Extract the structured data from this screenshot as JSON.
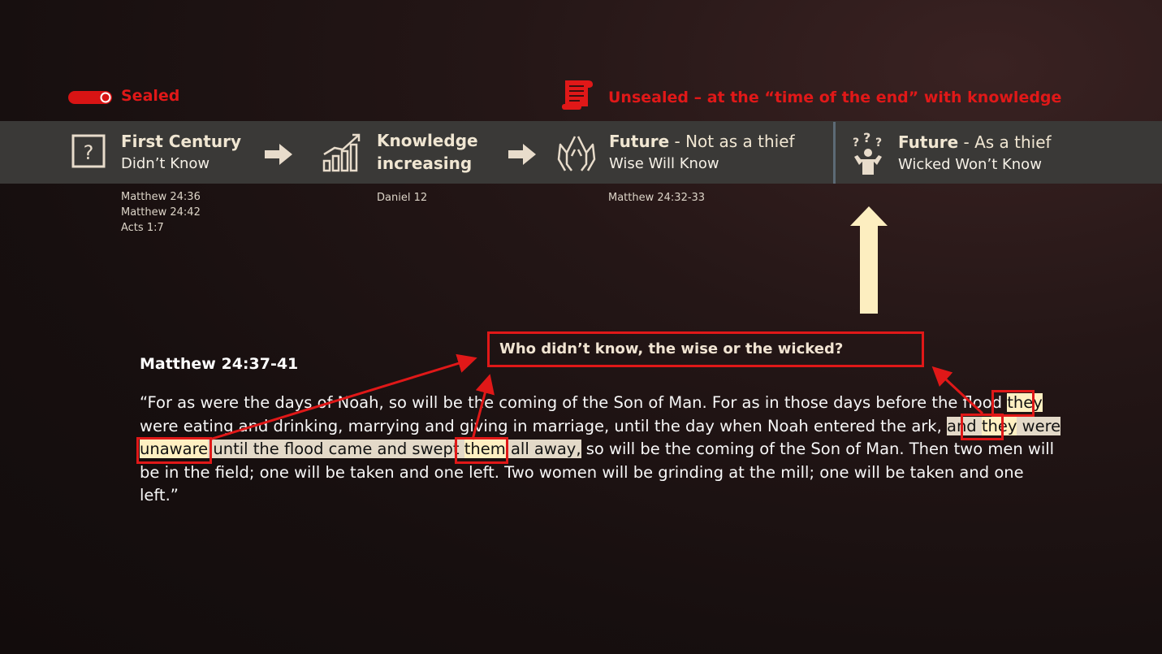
{
  "legend": {
    "sealed": "Sealed",
    "unsealed": "Unsealed – at the “time of the end” with knowledge",
    "sealed_icon": "toggle-icon",
    "unsealed_icon": "scroll-icon",
    "color": "#e01818"
  },
  "steps": [
    {
      "icon": "question-box-icon",
      "title_bold": "First Century",
      "title_rest": "",
      "sub": "Didn’t Know",
      "refs": [
        "Matthew 24:36",
        "Matthew 24:42",
        "Acts 1:7"
      ]
    },
    {
      "icon": "chart-rising-icon",
      "title_bold": "Knowledge",
      "title_rest": "",
      "sub": "increasing",
      "refs": [
        "Daniel 12"
      ]
    },
    {
      "icon": "praying-hands-icon",
      "title_bold": "Future",
      "title_rest": " - Not as a thief",
      "sub": "Wise Will Know",
      "refs": [
        "Matthew 24:32-33"
      ]
    },
    {
      "icon": "confused-person-icon",
      "title_bold": "Future",
      "title_rest": " - As a thief",
      "sub": "Wicked Won’t Know",
      "refs": []
    }
  ],
  "question": "Who didn’t know, the wise or the wicked?",
  "passage": {
    "reference": "Matthew 24:37-41",
    "line1_a": "“For as were the days of Noah, so will be the coming of the Son of Man. For as in those days before the flood ",
    "line1_they": "they",
    "line2_a": "were eating and drinking, marrying and giving in marriage, until the day when Noah entered the ark, ",
    "line2_and": "and ",
    "line2_they": "they",
    "line2_were": " were ",
    "line3_unaware": "unaware",
    "line3_until": " until the flood came and swept ",
    "line3_them": "them",
    "line3_allaway": " all away,",
    "line3_rest": " so will be the coming of the Son of Man. Then two men will",
    "line4": "be in the field; one will be taken and one left. Two women will be grinding at the mill; one will be taken and one",
    "line5": "left.”"
  },
  "colors": {
    "accent_red": "#e01818",
    "arrow_cream": "#fdeec0",
    "band": "#3a3937"
  }
}
